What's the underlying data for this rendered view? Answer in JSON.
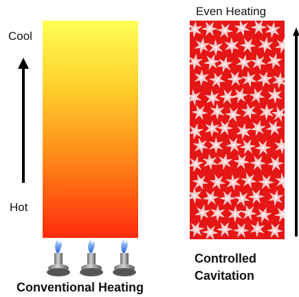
{
  "left_panel": {
    "top_label": "Cool",
    "bottom_label": "Hot",
    "caption": "Conventional Heating",
    "colors": {
      "top": "#ffff55",
      "bottom": "#ff2b0b"
    },
    "burner_count": 3
  },
  "right_panel": {
    "top_label": "Even Heating",
    "caption_line1": "Controlled",
    "caption_line2": "Cavitation",
    "fill_color": "#e51616"
  }
}
